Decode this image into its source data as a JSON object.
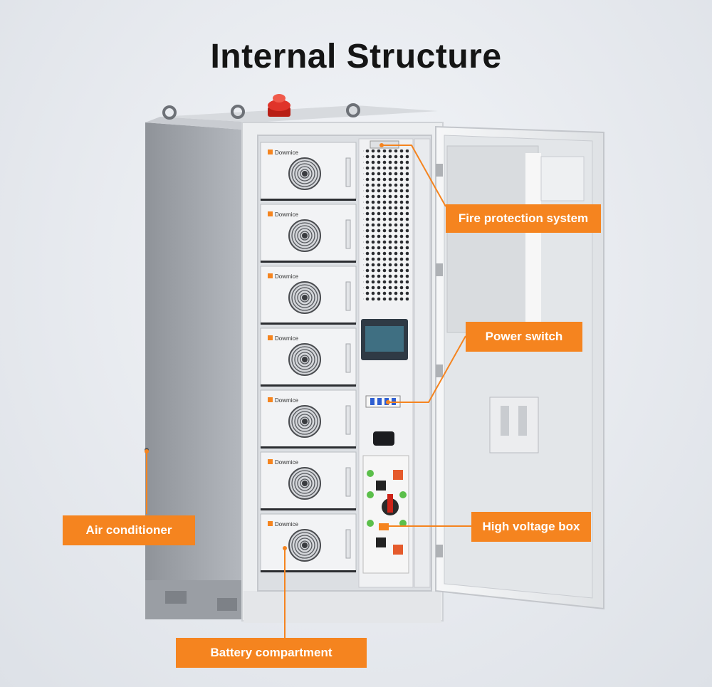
{
  "title": "Internal Structure",
  "brand": "Dowmice",
  "callouts": {
    "fire_protection": "Fire protection system",
    "power_switch": "Power switch",
    "high_voltage_box": "High voltage box",
    "air_conditioner": "Air conditioner",
    "battery_compartment": "Battery compartment"
  },
  "colors": {
    "accent": "#f5841f",
    "cabinet": "#a9adb3",
    "frame": "#eef0f2",
    "module": "#f2f3f5",
    "alarm": "#d92a1c"
  },
  "battery_modules_count": 7
}
